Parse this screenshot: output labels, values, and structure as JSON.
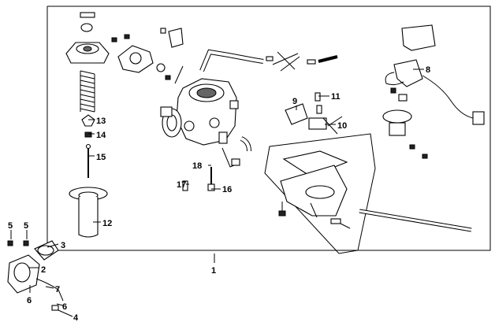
{
  "callouts": {
    "c1": "1",
    "c2": "2",
    "c3": "3",
    "c4": "4",
    "c5a": "5",
    "c5b": "5",
    "c6a": "6",
    "c6b": "6",
    "c7": "7",
    "c8": "8",
    "c9": "9",
    "c10": "10",
    "c11": "11",
    "c12": "12",
    "c13": "13",
    "c14": "14",
    "c15": "15",
    "c16": "16",
    "c17": "17",
    "c18": "18"
  }
}
